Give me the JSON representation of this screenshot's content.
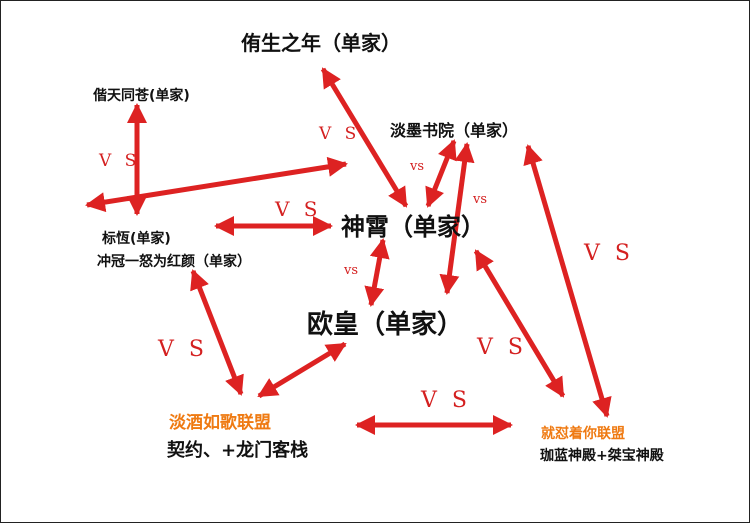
{
  "colors": {
    "arrow": "#dd2222",
    "alliance": "#ef7a12",
    "text": "#111111"
  },
  "nodes": {
    "yousheng": "侑生之年（单家）",
    "jietian": "偕天同苍(单家)",
    "danmo": "淡墨书院（单家）",
    "shenxiao": "神霄（单家）",
    "biaoheng_1": "标恆(单家)",
    "biaoheng_2": "冲冠一怒为红颜（单家）",
    "ouhuang": "欧皇（单家）",
    "danjiu_title": "淡酒如歌联盟",
    "danjiu_members": "契约、+龙门客栈",
    "jiuduo_title": "就怼着你联盟",
    "jiuduo_members": "珈蓝神殿+桀宝神殿"
  },
  "vs_labels": [
    "V S",
    "V S",
    "vs",
    "vs",
    "vs",
    "V S",
    "V S",
    "V S",
    "V S"
  ]
}
